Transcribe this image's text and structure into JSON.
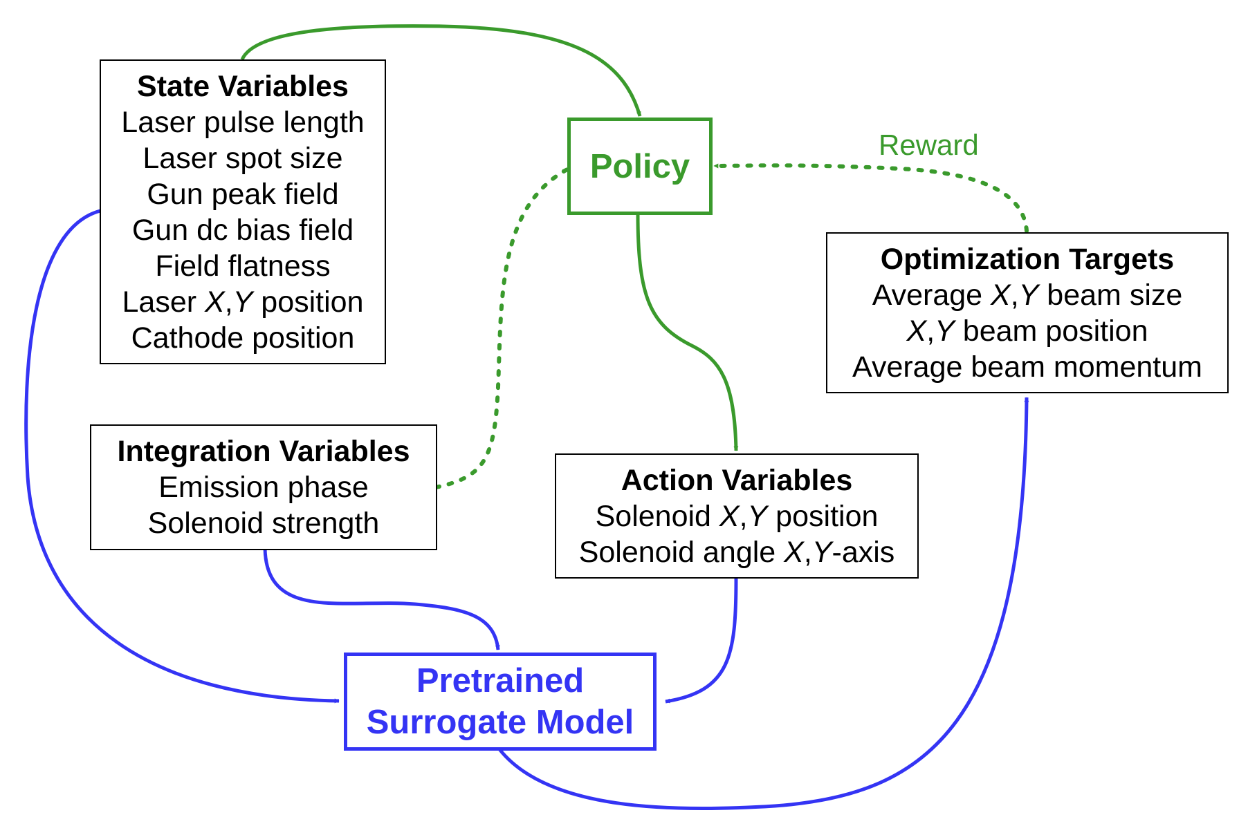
{
  "state": {
    "title": "State Variables",
    "l1": "Laser pulse length",
    "l2": "Laser spot size",
    "l3": "Gun peak field",
    "l4": "Gun dc bias field",
    "l5": "Field flatness",
    "l6a": "Laser ",
    "l6x": "X",
    "l6c": ",",
    "l6y": "Y",
    "l6b": " position",
    "l7": "Cathode position"
  },
  "integration": {
    "title": "Integration Variables",
    "l1": "Emission phase",
    "l2": "Solenoid strength"
  },
  "policy": {
    "label": "Policy"
  },
  "reward": {
    "label": "Reward"
  },
  "action": {
    "title": "Action Variables",
    "l1a": "Solenoid ",
    "l1x": "X",
    "l1c": ",",
    "l1y": "Y",
    "l1b": " position",
    "l2a": "Solenoid angle ",
    "l2x": "X",
    "l2c": ",",
    "l2y": "Y",
    "l2b": "-axis"
  },
  "targets": {
    "title": "Optimization Targets",
    "l1a": "Average ",
    "l1x": "X",
    "l1c": ",",
    "l1y": "Y",
    "l1b": " beam size",
    "l2x": "X",
    "l2c": ",",
    "l2y": "Y",
    "l2b": " beam position",
    "l3": "Average beam momentum"
  },
  "surrogate": {
    "l1": "Pretrained",
    "l2": "Surrogate Model"
  },
  "colors": {
    "green": "#3a9a2c",
    "blue": "#3434f4",
    "black": "#000000"
  }
}
